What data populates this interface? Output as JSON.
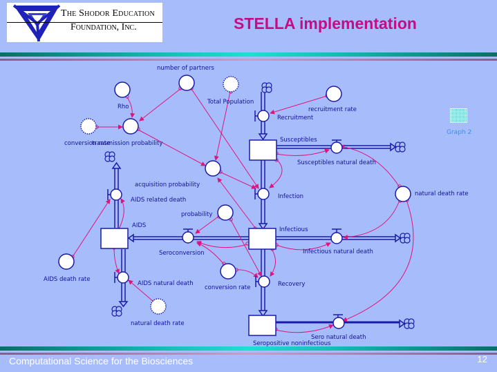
{
  "header": {
    "logo": {
      "line1": "The Shodor Education",
      "line2": "Foundation, Inc."
    },
    "title": "STELLA implementation"
  },
  "footer": {
    "course": "Computational Science for the Biosciences",
    "page_number": "12"
  },
  "colors": {
    "background": "#a7bdfb",
    "title": "#c40c84",
    "stock_flow": "#1a1aa8",
    "connector": "#e0147e",
    "label": "#10109a",
    "graph_label": "#3a8ef0"
  },
  "diagram": {
    "stocks": [
      {
        "id": "susceptibles",
        "label": "Susceptibles"
      },
      {
        "id": "infectious",
        "label": "Infectious"
      },
      {
        "id": "aids",
        "label": "AIDS"
      },
      {
        "id": "seropositive",
        "label": "Seropositive noninfectious"
      }
    ],
    "flows": [
      {
        "id": "recruitment",
        "label": "Recruitment"
      },
      {
        "id": "susceptibles_natural_death",
        "label": "Susceptibles natural death"
      },
      {
        "id": "infection",
        "label": "Infection"
      },
      {
        "id": "infectious_natural_death",
        "label": "Infectious natural death"
      },
      {
        "id": "seroconversion",
        "label": "Seroconversion"
      },
      {
        "id": "recovery",
        "label": "Recovery"
      },
      {
        "id": "aids_related_death",
        "label": "AIDS related death"
      },
      {
        "id": "aids_natural_death",
        "label": "AIDS natural death"
      },
      {
        "id": "sero_natural_death",
        "label": "Sero natural death"
      }
    ],
    "converters": [
      {
        "id": "number_of_partners",
        "label": "number of partners"
      },
      {
        "id": "rho",
        "label": "Rho"
      },
      {
        "id": "total_population",
        "label": "Total Population",
        "ghost": true
      },
      {
        "id": "conversion_rate_ghost",
        "label": "conversion rate",
        "ghost": true
      },
      {
        "id": "transmission_probability",
        "label": "transmission probability"
      },
      {
        "id": "recruitment_rate",
        "label": "recruitment rate"
      },
      {
        "id": "acquisition_probability",
        "label": "acquisition probability"
      },
      {
        "id": "natural_death_rate",
        "label": "natural death rate"
      },
      {
        "id": "probability",
        "label": "probability"
      },
      {
        "id": "conversion_rate",
        "label": "conversion rate"
      },
      {
        "id": "aids_death_rate",
        "label": "AIDS death rate"
      },
      {
        "id": "natural_death_rate_ghost",
        "label": "natural death rate",
        "ghost": true
      }
    ],
    "graph_pad": {
      "label": "Graph 2"
    }
  }
}
